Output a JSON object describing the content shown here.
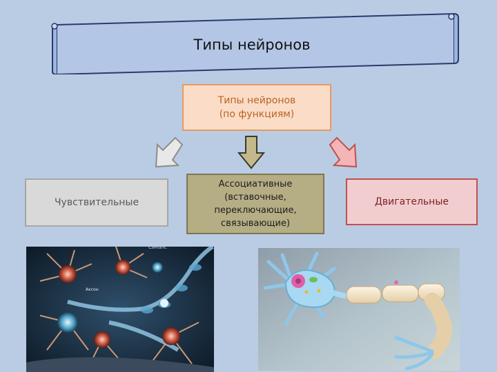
{
  "title": "Типы нейронов",
  "top_box": {
    "line1": "Типы нейронов",
    "line2": "(по функциям)"
  },
  "categories": {
    "sensory": "Чувствительные",
    "associative": {
      "line1": "Ассоциативные",
      "line2": "(вставочные,",
      "line3": "переключающие,",
      "line4": "связывающие)"
    },
    "motor": "Двигательные"
  },
  "images": {
    "network": {
      "caption": "Синапс",
      "label": "Аксон"
    }
  },
  "colors": {
    "background": "#b9cce4",
    "banner": "#b3c6e6",
    "top_box_fill": "#fbdcc6",
    "top_box_text": "#b96425",
    "sensory_fill": "#d9d9d9",
    "associative_fill": "#b5ad84",
    "motor_fill": "#f2cdd0",
    "motor_border": "#c0504d"
  },
  "icons": {
    "arrow_left": "diagonal-down-left-arrow-icon",
    "arrow_down": "down-arrow-icon",
    "arrow_right": "diagonal-down-right-arrow-icon"
  }
}
